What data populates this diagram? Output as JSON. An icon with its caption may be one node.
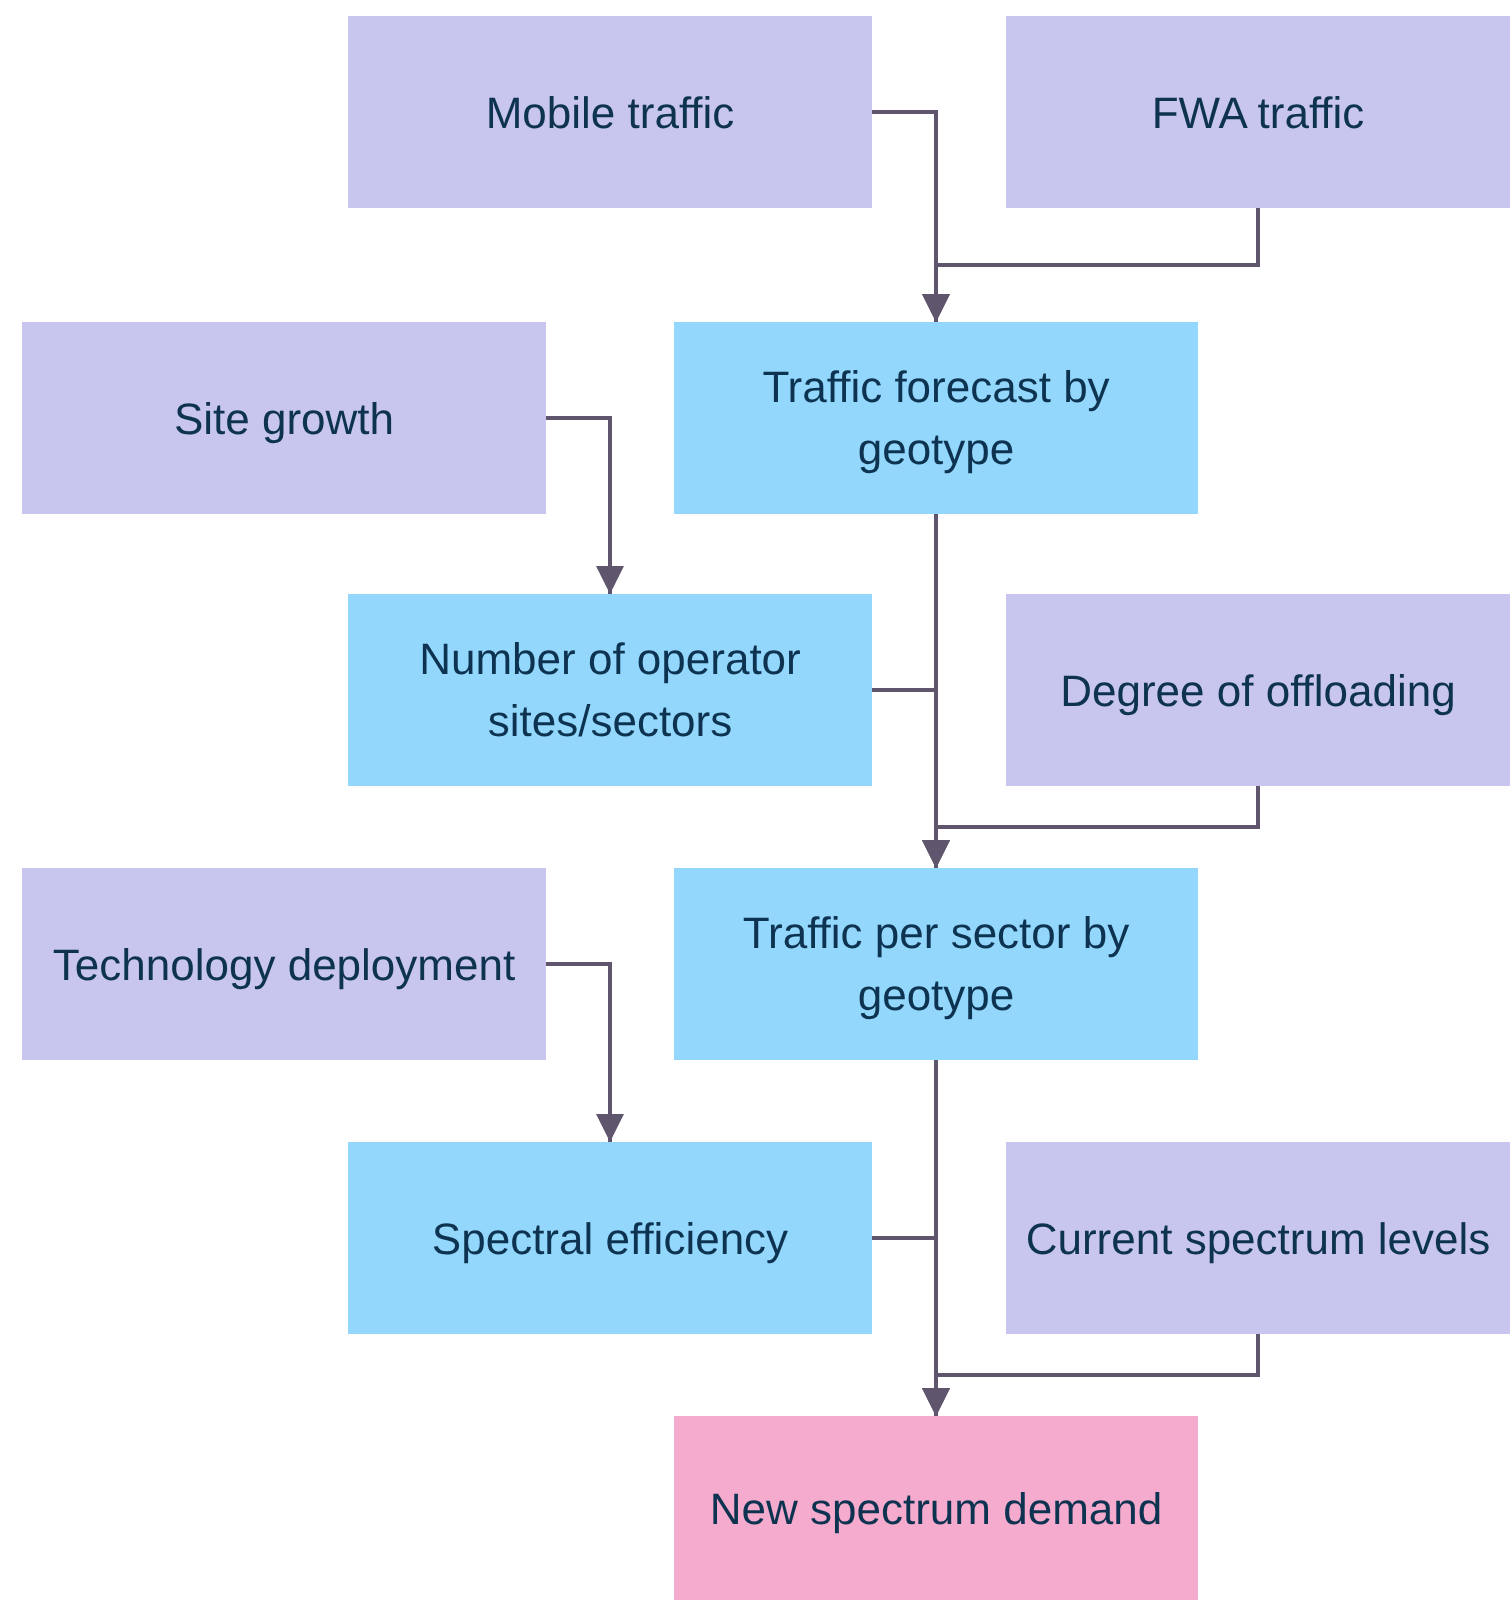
{
  "diagram": {
    "nodes": [
      {
        "text": [
          "Mobile traffic"
        ]
      },
      {
        "text": [
          "FWA traffic"
        ]
      },
      {
        "text": [
          "Site growth"
        ]
      },
      {
        "text": [
          "Traffic forecast by geotype"
        ]
      },
      {
        "text": [
          "Number of operator sites/sectors"
        ]
      },
      {
        "text": [
          "Degree of offloading"
        ]
      },
      {
        "text": [
          "Technology deployment"
        ]
      },
      {
        "text": [
          "Traffic per sector by geotype"
        ]
      },
      {
        "text": [
          "Spectral efficiency"
        ]
      },
      {
        "text": [
          "Current spectrum levels"
        ]
      },
      {
        "text": [
          "New spectrum demand"
        ]
      }
    ],
    "edges": [
      {
        "from": 0,
        "to": 3,
        "arrow": "to"
      },
      {
        "from": 1,
        "to": 3,
        "arrow": "to"
      },
      {
        "from": 2,
        "to": 4,
        "arrow": "to"
      },
      {
        "from": 3,
        "to": 7,
        "arrow": "to"
      },
      {
        "from": 4,
        "to": 7,
        "arrow": "to"
      },
      {
        "from": 5,
        "to": 7,
        "arrow": "to"
      },
      {
        "from": 6,
        "to": 8,
        "arrow": "to"
      },
      {
        "from": 7,
        "to": 10,
        "arrow": "to"
      },
      {
        "from": 8,
        "to": 10,
        "arrow": "to"
      },
      {
        "from": 9,
        "to": 10,
        "arrow": "to"
      }
    ]
  }
}
